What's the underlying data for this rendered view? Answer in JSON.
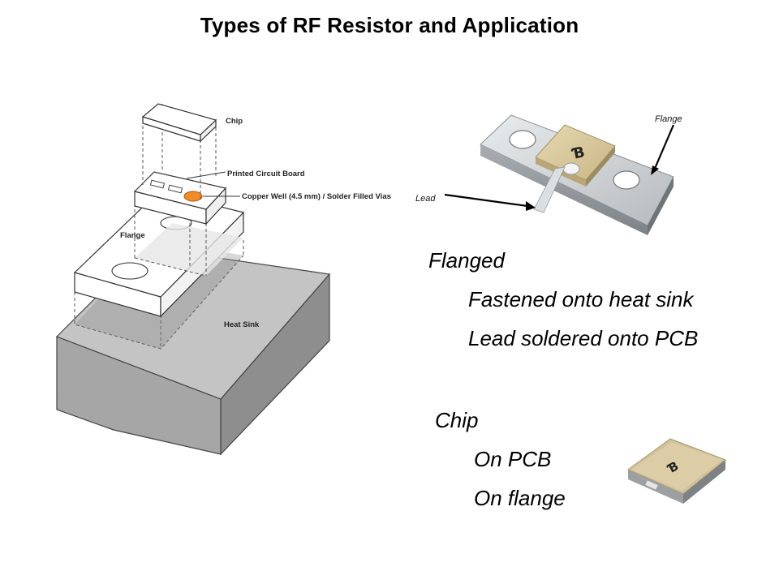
{
  "title": "Types of RF Resistor and Application",
  "diagram": {
    "chip_label": "Chip",
    "pcb_label": "Printed Circuit Board",
    "copper_label": "Copper Well (4.5 mm) / Solder Filled Vias",
    "flange_label": "Flange",
    "heatsink_label": "Heat Sink"
  },
  "flanged_photo": {
    "flange_callout": "Flange",
    "lead_callout": "Lead"
  },
  "bullets": {
    "flanged": "Flanged",
    "flanged_item1": "Fastened onto heat sink",
    "flanged_item2": "Lead soldered onto PCB",
    "chip": "Chip",
    "chip_item1": "On PCB",
    "chip_item2": "On flange"
  },
  "colors": {
    "heatsink_front": "#a6a6a6",
    "heatsink_top": "#c4c4c4",
    "heatsink_side": "#8e8e8e",
    "copper_well": "#f28c28",
    "chip_gold": "#d8c9a0",
    "flange_metal": "#d4d7da"
  }
}
